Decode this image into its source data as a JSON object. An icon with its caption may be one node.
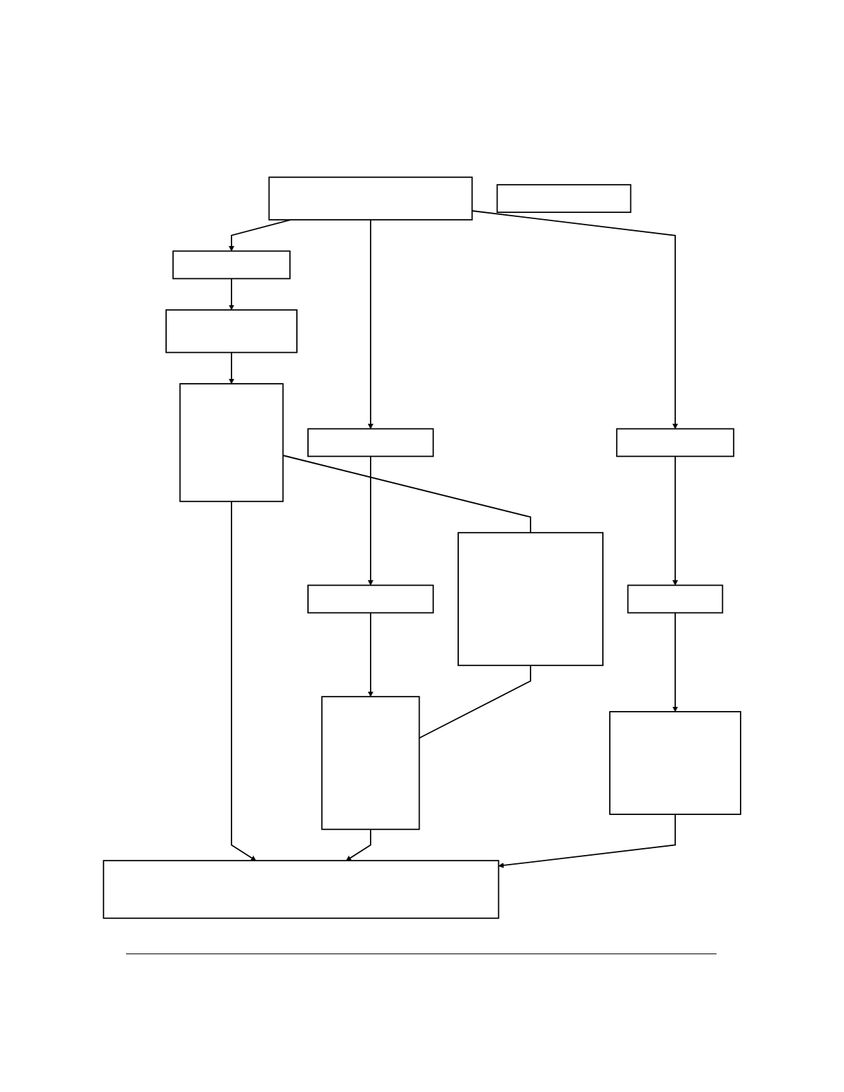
{
  "diagram": {
    "nodes": [
      {
        "text": [],
        "shape": "box"
      },
      {
        "text": [],
        "shape": "box"
      },
      {
        "text": [],
        "shape": "box"
      },
      {
        "text": [],
        "shape": "box"
      },
      {
        "text": [],
        "shape": "box"
      },
      {
        "text": [],
        "shape": "box"
      },
      {
        "text": [],
        "shape": "box"
      },
      {
        "text": [],
        "shape": "box"
      },
      {
        "text": [],
        "shape": "box"
      },
      {
        "text": [],
        "shape": "box"
      },
      {
        "text": [],
        "shape": "box"
      },
      {
        "text": [],
        "shape": "box"
      },
      {
        "text": [],
        "shape": "box"
      }
    ],
    "edges": [
      {
        "from": 0,
        "to": 1,
        "arrow": "to"
      },
      {
        "from": 0,
        "to": 2,
        "arrow": "to"
      },
      {
        "from": 0,
        "to": 3,
        "arrow": "to"
      },
      {
        "from": 1,
        "to": 4,
        "arrow": "to"
      },
      {
        "from": 2,
        "to": 5,
        "arrow": "to"
      },
      {
        "from": 3,
        "to": 6,
        "arrow": "to"
      },
      {
        "from": 4,
        "to": 7,
        "arrow": "to"
      },
      {
        "from": 5,
        "to": 9,
        "arrow": "to"
      },
      {
        "from": 6,
        "to": 10,
        "arrow": "to"
      },
      {
        "from": 7,
        "to": 8,
        "arrow": "none"
      },
      {
        "from": 8,
        "to": 9,
        "arrow": "none"
      },
      {
        "from": 7,
        "to": 12,
        "arrow": "to"
      },
      {
        "from": 9,
        "to": 12,
        "arrow": "to"
      },
      {
        "from": 10,
        "to": 12,
        "arrow": "to"
      }
    ]
  }
}
